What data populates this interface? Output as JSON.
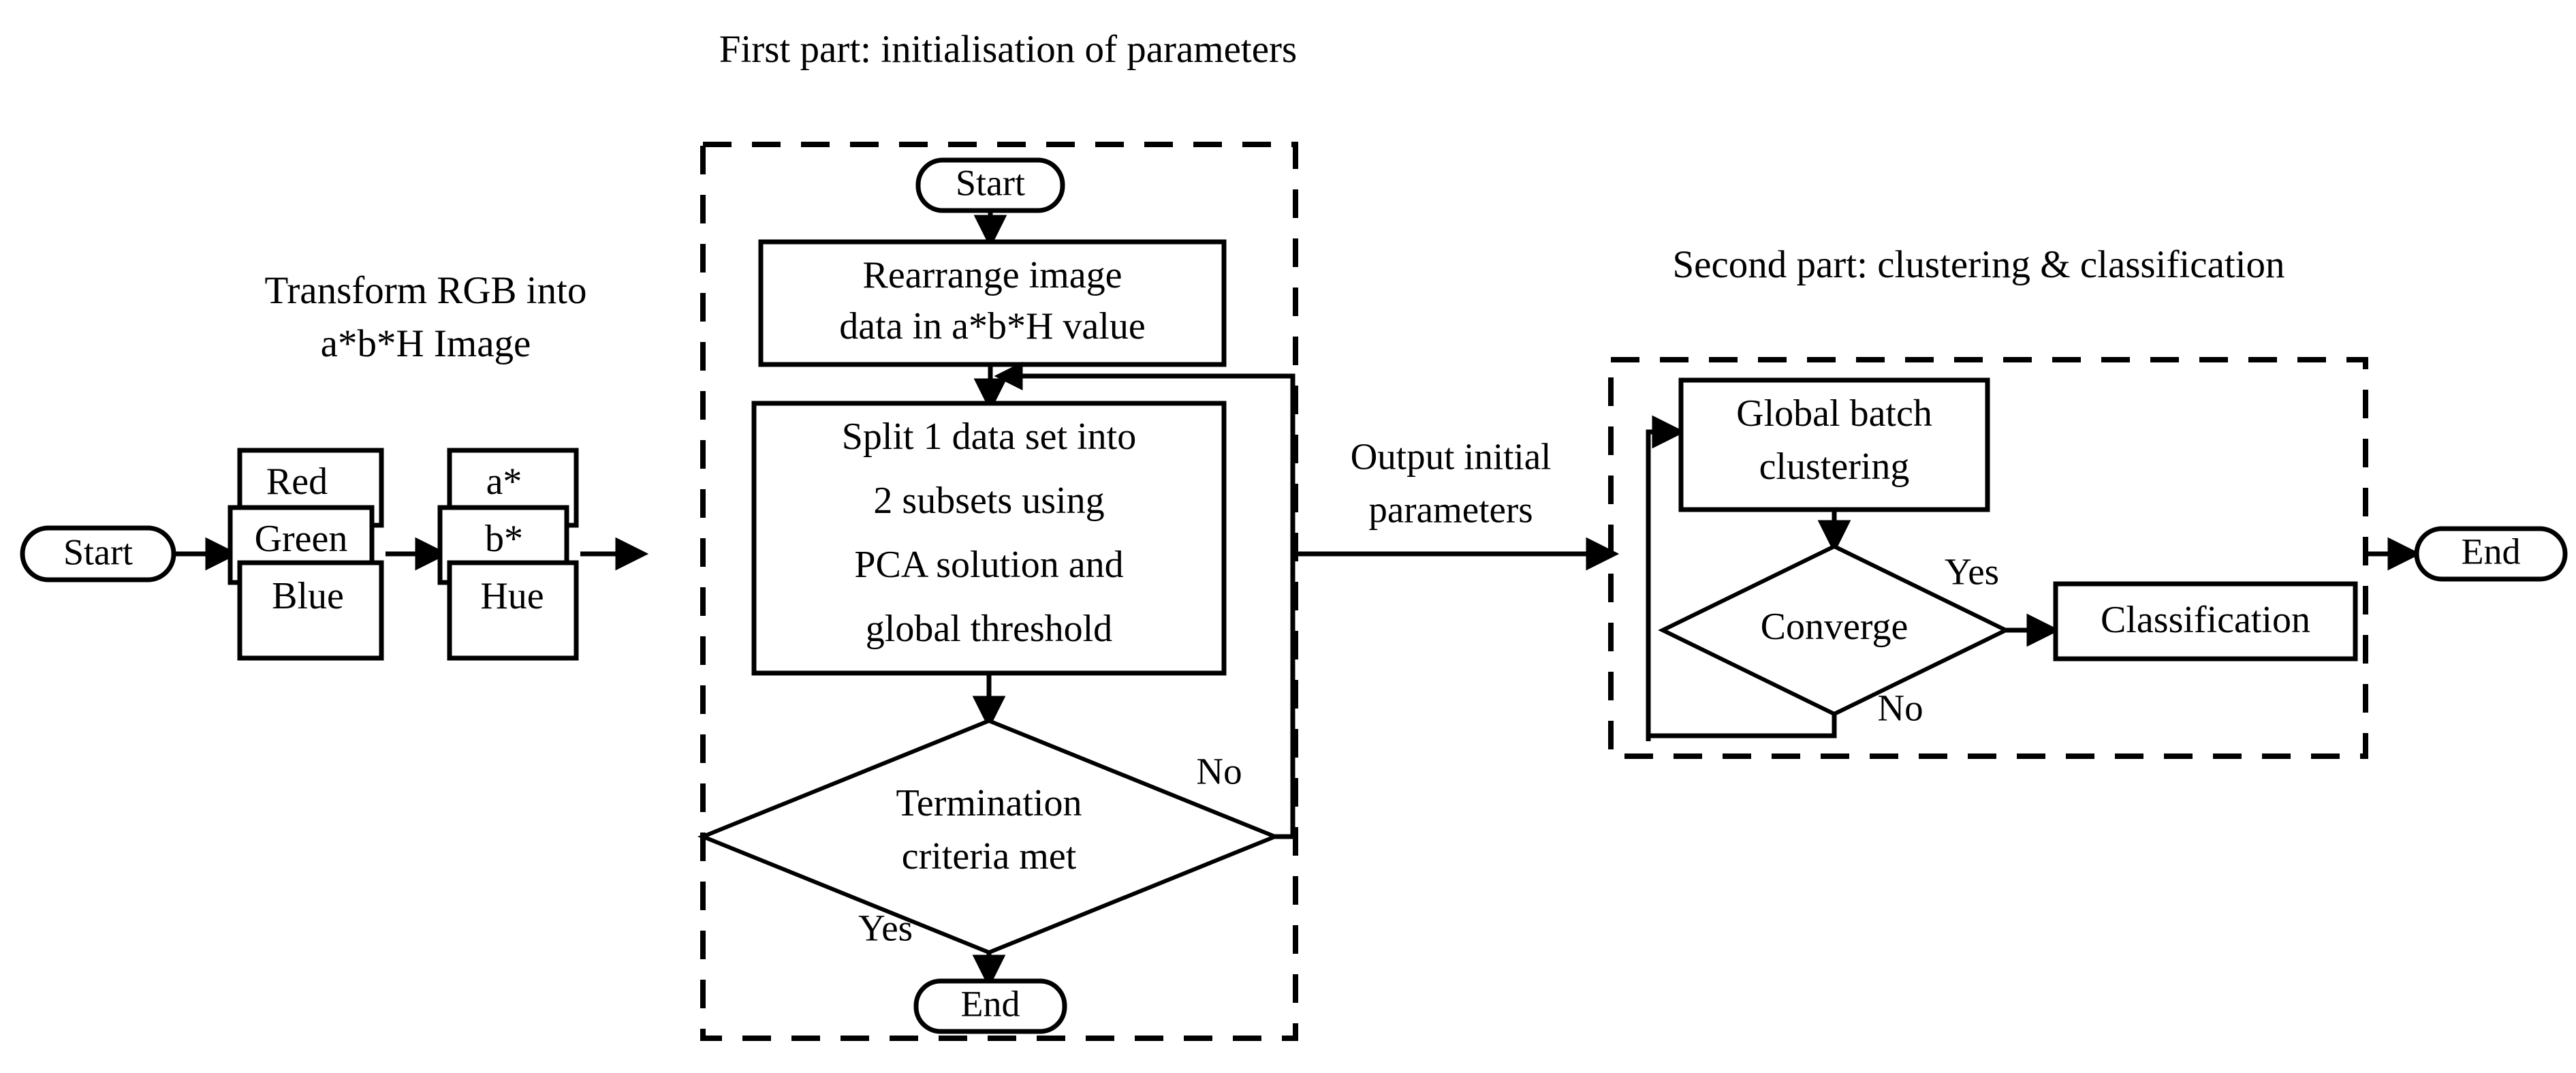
{
  "diagram": {
    "type": "flowchart",
    "background": "#ffffff",
    "stroke_color": "#000000",
    "titles": {
      "first_part": "First part: initialisation of parameters",
      "second_part": "Second part: clustering & classification"
    },
    "captions": {
      "transform_line1": "Transform RGB into",
      "transform_line2": "a*b*H Image"
    },
    "terminators": {
      "start_outer": "Start",
      "start_inner": "Start",
      "end_inner": "End",
      "end_outer": "End"
    },
    "rgb_cards": [
      {
        "label": "Red"
      },
      {
        "label": "Green"
      },
      {
        "label": "Blue"
      }
    ],
    "abh_cards": [
      {
        "label": "a*"
      },
      {
        "label": "b*"
      },
      {
        "label": "Hue"
      }
    ],
    "first_part_nodes": {
      "rearrange_line1": "Rearrange image",
      "rearrange_line2": "data in a*b*H value",
      "split_line1": "Split 1 data set into",
      "split_line2": "2 subsets using",
      "split_line3": "PCA solution and",
      "split_line4": "global threshold",
      "termination_line1": "Termination",
      "termination_line2": "criteria met"
    },
    "second_part_nodes": {
      "global_batch_line1": "Global batch",
      "global_batch_line2": "clustering",
      "converge": "Converge",
      "classification": "Classification"
    },
    "edge_labels": {
      "termination_no": "No",
      "termination_yes": "Yes",
      "converge_yes": "Yes",
      "converge_no": "No",
      "output_line1": "Output initial",
      "output_line2": "parameters"
    }
  }
}
